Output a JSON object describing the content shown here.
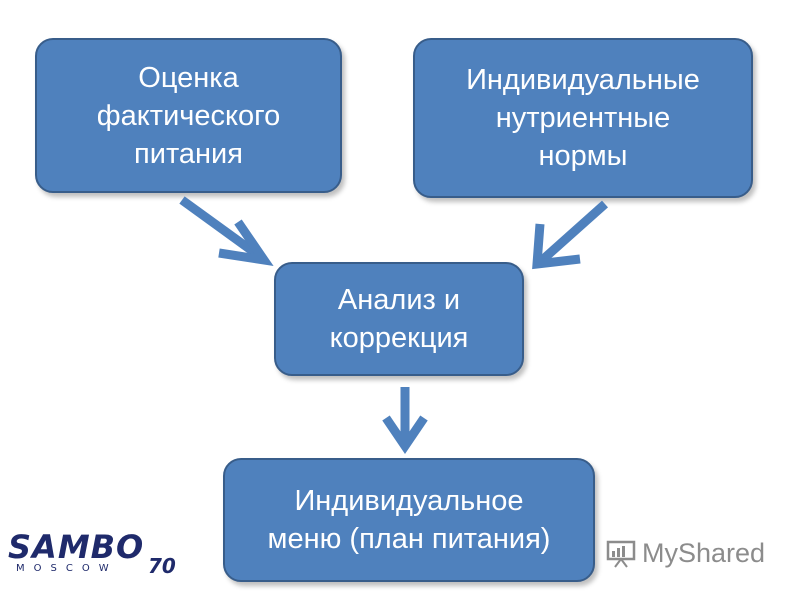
{
  "diagram": {
    "nodes": {
      "assessment": "Оценка\nфактического\nпитания",
      "norms": "Индивидуальные\nнутриентные\nнормы",
      "analysis": "Анализ и\nкоррекция",
      "menu": "Индивидуальное\nменю (план питания)"
    },
    "edges": [
      {
        "from": "assessment",
        "to": "analysis"
      },
      {
        "from": "norms",
        "to": "analysis"
      },
      {
        "from": "analysis",
        "to": "menu"
      }
    ],
    "colors": {
      "box_fill": "#4f81bd",
      "box_border": "#385d8a",
      "box_text": "#ffffff",
      "arrow": "#4f81bd"
    }
  },
  "logos": {
    "sambo": {
      "word": "SAMBO",
      "sub": "MOSCOW",
      "num": "70"
    },
    "myshared": {
      "icon": "presentation-board-icon",
      "text": "MyShared"
    }
  }
}
